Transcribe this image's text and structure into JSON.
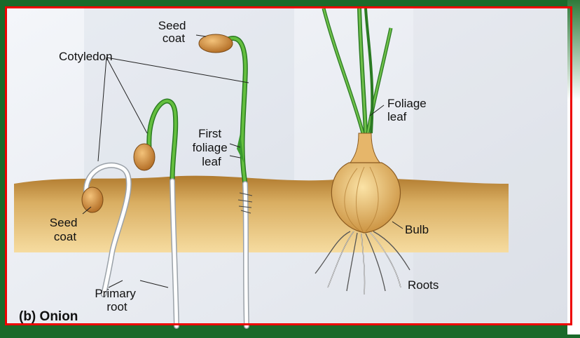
{
  "labels": {
    "seed_coat_top": [
      "Seed",
      "coat"
    ],
    "cotyledon": "Cotyledon",
    "first_foliage_leaf": [
      "First",
      "foliage",
      "leaf"
    ],
    "foliage_leaf": [
      "Foliage",
      "leaf"
    ],
    "seed_coat_bottom": [
      "Seed",
      "coat"
    ],
    "primary_root": [
      "Primary",
      "root"
    ],
    "bulb": "Bulb",
    "roots": "Roots",
    "title": "(b) Onion"
  },
  "colors": {
    "frame": "#ee0000",
    "soil_light": "#f2d48e",
    "soil_dark": "#b07a2e",
    "stem_green": "#3a9a2e",
    "seed": "#c98a3c",
    "bulb": "#e0b060"
  }
}
